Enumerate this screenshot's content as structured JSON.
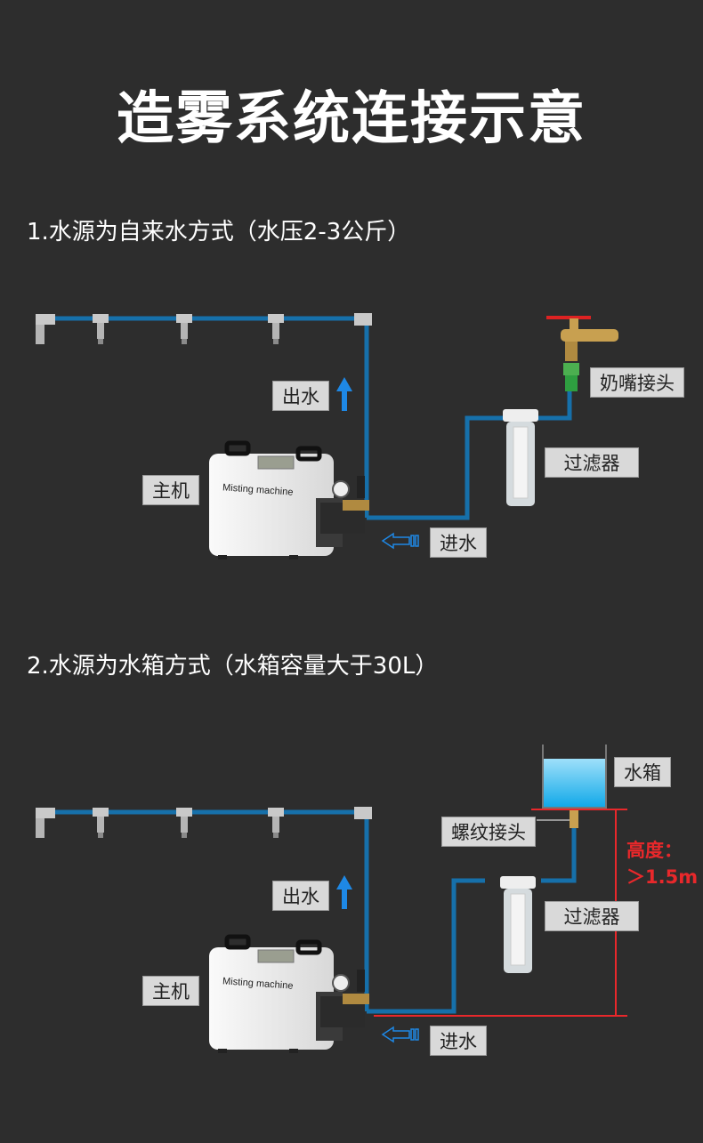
{
  "title": "造雾系统连接示意",
  "section1": {
    "heading": "1.水源为自来水方式（水压2-3公斤）",
    "labels": {
      "outlet": "出水",
      "host": "主机",
      "nipple": "奶嘴接头",
      "filter": "过滤器",
      "inlet": "进水"
    },
    "machine_text": "Misting machine"
  },
  "section2": {
    "heading": "2.水源为水箱方式（水箱容量大于30L）",
    "labels": {
      "outlet": "出水",
      "host": "主机",
      "thread": "螺纹接头",
      "filter": "过滤器",
      "inlet": "进水",
      "tank": "水箱"
    },
    "height_label": "高度：",
    "height_value": "＞1.5m",
    "machine_text": "Misting machine"
  },
  "colors": {
    "background": "#2d2d2d",
    "pipe": "#1670aa",
    "arrow": "#1e88e5",
    "height": "#e8282b",
    "water": "#3dbbf0"
  }
}
